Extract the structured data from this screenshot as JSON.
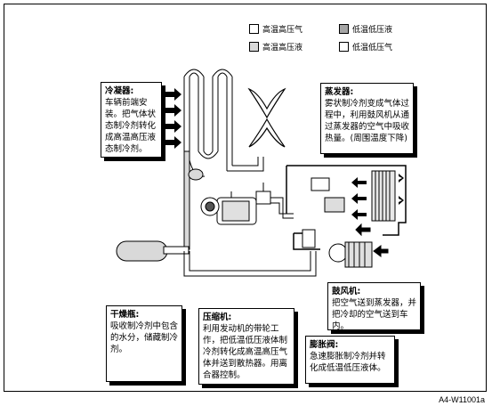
{
  "legend": [
    {
      "label": "高温高压气",
      "color": "#ffffff"
    },
    {
      "label": "低温低压液",
      "color": "#a6a6a6"
    },
    {
      "label": "高温高压液",
      "color": "#d9d9d9"
    },
    {
      "label": "低温低压气",
      "color": "#ffffff"
    }
  ],
  "condenser": {
    "title": "冷凝器:",
    "text": "车辆前端安装。把气体状态制冷剂转化成高温高压液态制冷剂。"
  },
  "evaporator": {
    "title": "蒸发器:",
    "text": "雾状制冷剂变成气体过程中，利用鼓风机从通过蒸发器的空气中吸收热量。(周围温度下降)"
  },
  "blower": {
    "title": "鼓风机:",
    "text": "把空气送到蒸发器，并把冷却的空气送到车内。"
  },
  "dryer": {
    "title": "干燥瓶:",
    "text": "吸收制冷剂中包含的水分，储藏制冷剂。"
  },
  "compressor": {
    "title": "压缩机:",
    "text": "利用发动机的带轮工作，把低温低压液体制冷剂转化成高温高压气体并送到散热器。用离合器控制。"
  },
  "expansion_valve": {
    "title": "膨胀阀:",
    "text": "急速膨胀制冷剂并转化成低温低压液体。"
  },
  "caption": "A4-W11001a"
}
